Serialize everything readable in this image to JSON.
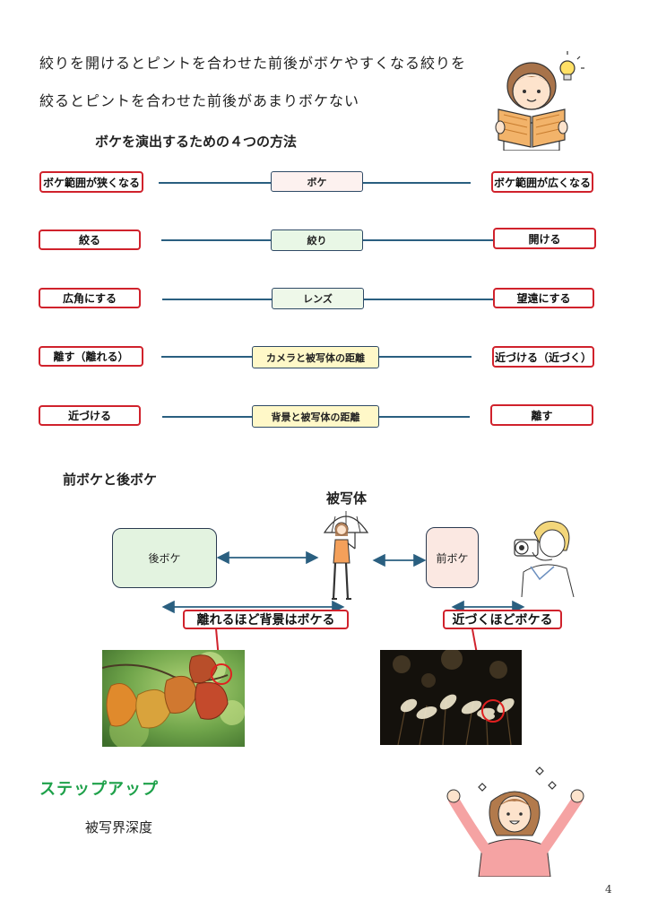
{
  "intro": {
    "line1": "絞りを開けるとピントを合わせた前後がボケやすくなる絞りを",
    "line2": "絞るとピントを合わせた前後があまりボケない"
  },
  "methods": {
    "title": "ボケを演出するための４つの方法",
    "rows": [
      {
        "left": "ボケ範囲が狭くなる",
        "center": "ボケ",
        "right": "ボケ範囲が広くなる",
        "center_color": "#fdf1ef"
      },
      {
        "left": "絞る",
        "center": "絞り",
        "right": "開ける",
        "center_color": "#e9f7e6"
      },
      {
        "left": "広角にする",
        "center": "レンズ",
        "right": "望遠にする",
        "center_color": "#eef8e9"
      },
      {
        "left": "離す（離れる）",
        "center": "カメラと被写体の距離",
        "right": "近づける（近づく）",
        "center_color": "#fff8c8"
      },
      {
        "left": "近づける",
        "center": "背景と被写体の距離",
        "right": "離す",
        "center_color": "#fff8c8"
      }
    ]
  },
  "bokeh": {
    "title": "前ボケと後ボケ",
    "subject_label": "被写体",
    "back_bokeh": "後ボケ",
    "front_bokeh": "前ボケ",
    "callout_left": "離れるほど背景はボケる",
    "callout_right": "近づくほどボケる"
  },
  "step_up": {
    "title": "ステップアップ",
    "item": "被写界深度"
  },
  "page_number": "4",
  "colors": {
    "red_border": "#d0222c",
    "line": "#2a5f80",
    "green_heading": "#1ea14a",
    "back_bokeh_fill": "#e3f3e0",
    "front_bokeh_fill": "#fbe8e2"
  }
}
